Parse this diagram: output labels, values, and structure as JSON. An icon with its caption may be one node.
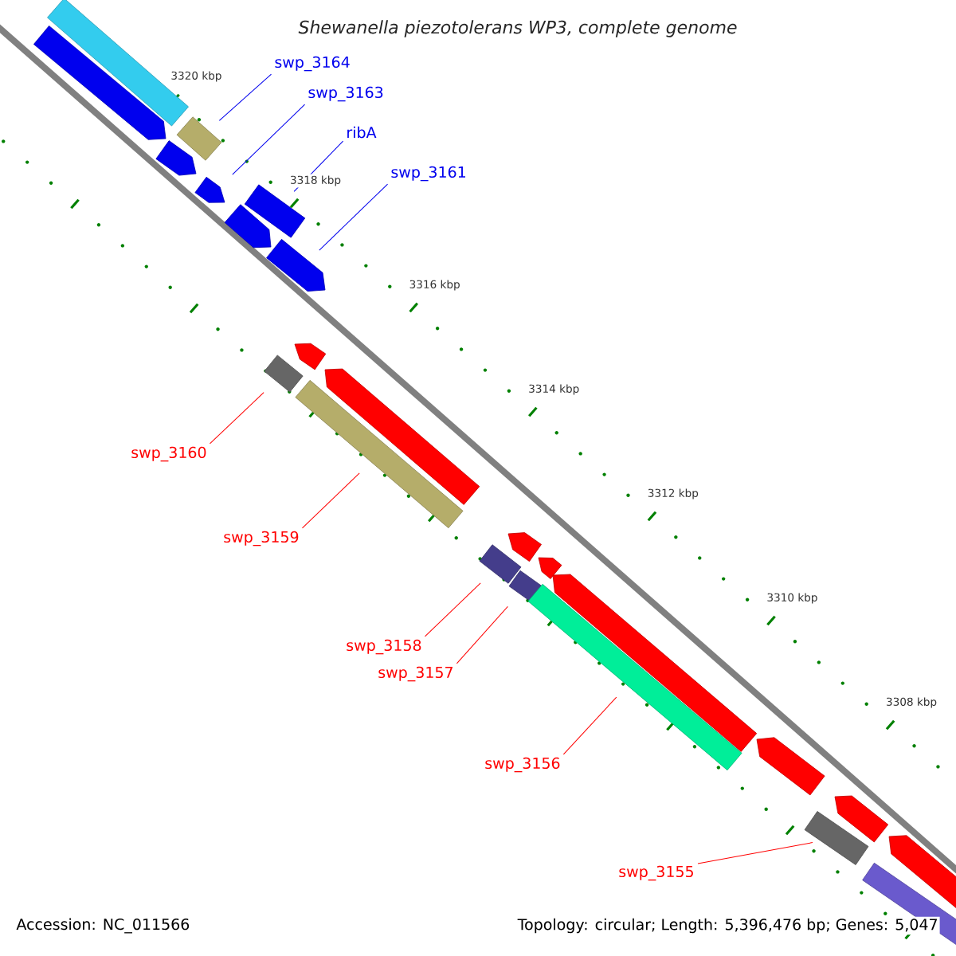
{
  "diagram": {
    "title": "Shewanella piezotolerans WP3, complete genome",
    "nodes": [
      {
        "text": [
          "swp_3164"
        ]
      },
      {
        "text": [
          "swp_3163"
        ]
      },
      {
        "text": [
          "ribA"
        ]
      },
      {
        "text": [
          "swp_3161"
        ]
      },
      {
        "text": [
          "swp_3160"
        ]
      },
      {
        "text": [
          "swp_3159"
        ]
      },
      {
        "text": [
          "swp_3158"
        ]
      },
      {
        "text": [
          "swp_3157"
        ]
      },
      {
        "text": [
          "swp_3156"
        ]
      },
      {
        "text": [
          "swp_3155"
        ]
      },
      {
        "text": [],
        "shape": "bar"
      },
      {
        "text": [],
        "shape": "arrow"
      },
      {
        "text": [],
        "shape": "bar"
      },
      {
        "text": [],
        "shape": "arrow"
      },
      {
        "text": [],
        "shape": "arrow"
      },
      {
        "text": [],
        "shape": "bar"
      },
      {
        "text": [],
        "shape": "arrow"
      },
      {
        "text": [],
        "shape": "arrow"
      },
      {
        "text": [],
        "shape": "arrow"
      },
      {
        "text": [],
        "shape": "bar"
      },
      {
        "text": [],
        "shape": "arrow"
      },
      {
        "text": [],
        "shape": "bar"
      },
      {
        "text": [],
        "shape": "arrow"
      },
      {
        "text": [],
        "shape": "bar"
      },
      {
        "text": [],
        "shape": "arrow"
      },
      {
        "text": [],
        "shape": "bar"
      },
      {
        "text": [],
        "shape": "arrow"
      },
      {
        "text": [],
        "shape": "bar"
      },
      {
        "text": [],
        "shape": "arrow"
      },
      {
        "text": [],
        "shape": "arrow"
      },
      {
        "text": [],
        "shape": "bar"
      },
      {
        "text": [],
        "shape": "arrow"
      },
      {
        "text": [],
        "shape": "bar"
      }
    ],
    "edges": [
      {
        "from": 0,
        "to": 12,
        "arrow": "none",
        "color": "#0000ee"
      },
      {
        "from": 1,
        "to": 14,
        "arrow": "none",
        "color": "#0000ee"
      },
      {
        "from": 2,
        "to": 15,
        "arrow": "none",
        "color": "#0000ee"
      },
      {
        "from": 3,
        "to": 17,
        "arrow": "none",
        "color": "#0000ee"
      },
      {
        "from": 4,
        "to": 19,
        "arrow": "none"
      },
      {
        "from": 5,
        "to": 21,
        "arrow": "none"
      },
      {
        "from": 6,
        "to": 23,
        "arrow": "none"
      },
      {
        "from": 7,
        "to": 25,
        "arrow": "none"
      },
      {
        "from": 8,
        "to": 27,
        "arrow": "none"
      },
      {
        "from": 9,
        "to": 30,
        "arrow": "none"
      }
    ],
    "labels": [
      "3320 kbp",
      "3318 kbp",
      "3316 kbp",
      "3314 kbp",
      "3312 kbp",
      "3310 kbp",
      "3308 kbp",
      "Accession: NC_011566",
      "Topology: circular; Length: 5,396,476 bp; Genes: 5,047"
    ]
  }
}
